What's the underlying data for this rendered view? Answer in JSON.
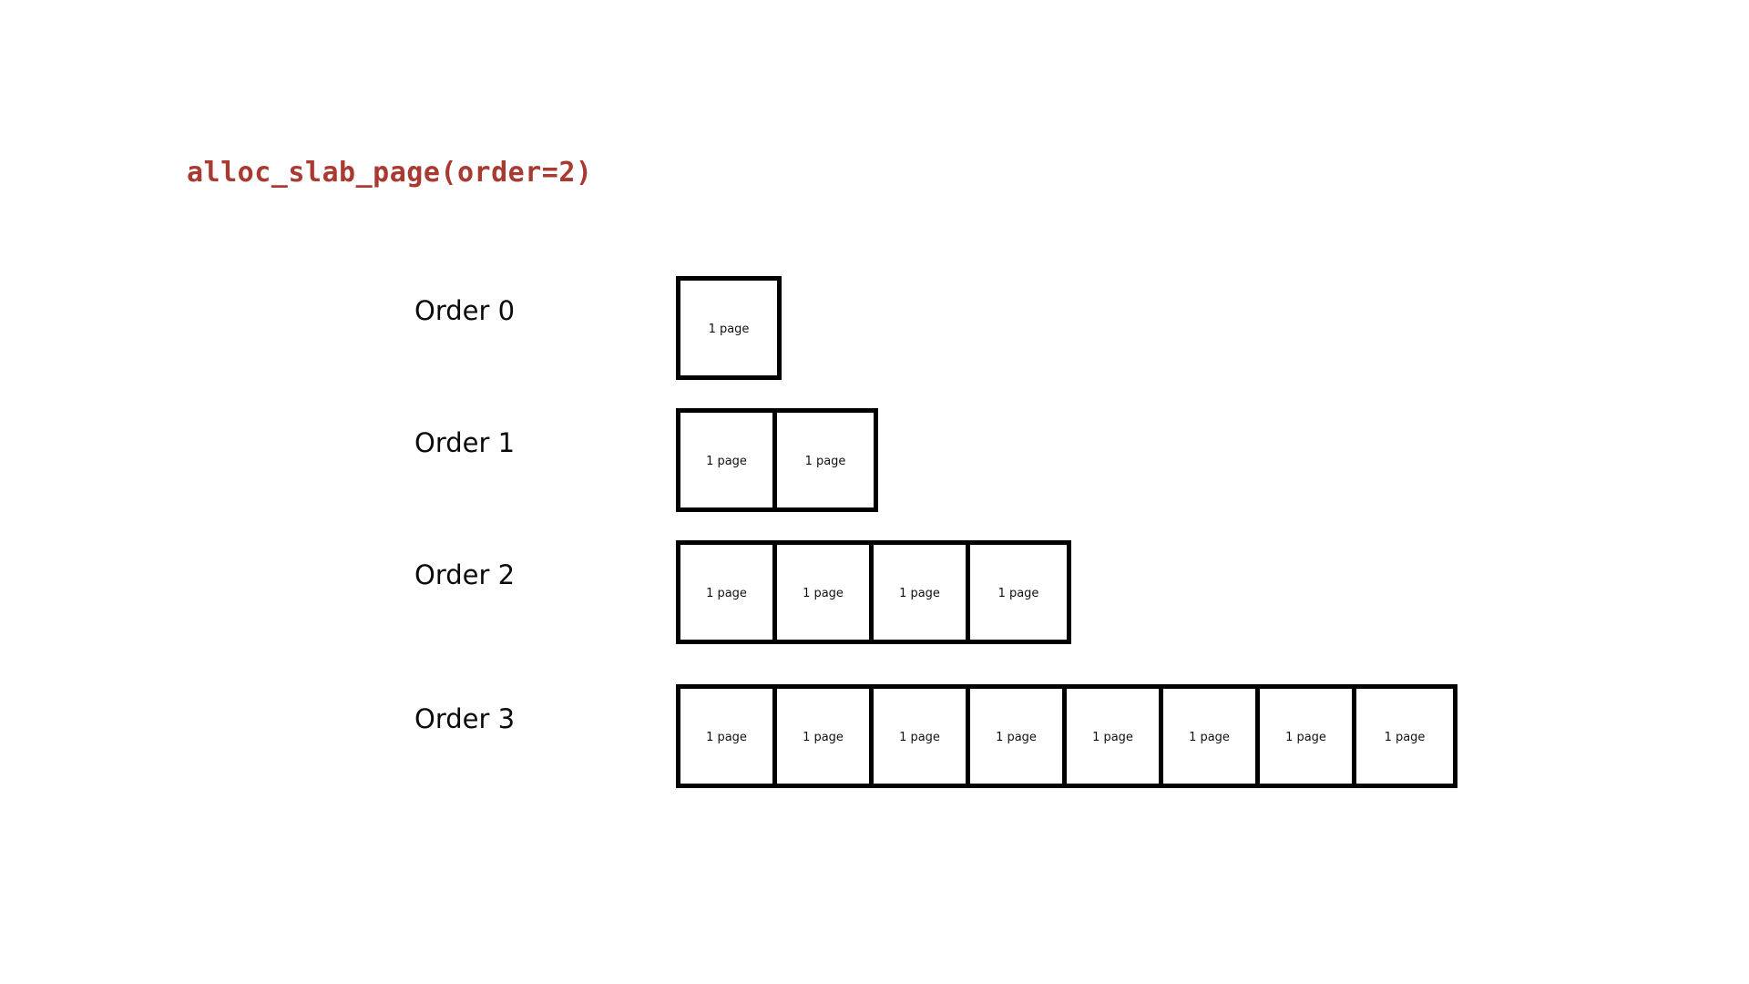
{
  "title": {
    "text": "alloc_slab_page(order=2)",
    "color": "#a93a32"
  },
  "diagram": {
    "type": "buddy-allocator-page-orders",
    "cell_label": "1 page",
    "border_color": "#000000",
    "background": "#ffffff",
    "rows": [
      {
        "label": "Order 0",
        "order": 0,
        "page_count": 1,
        "cells": [
          "1 page"
        ]
      },
      {
        "label": "Order 1",
        "order": 1,
        "page_count": 2,
        "cells": [
          "1 page",
          "1 page"
        ]
      },
      {
        "label": "Order 2",
        "order": 2,
        "page_count": 4,
        "cells": [
          "1 page",
          "1 page",
          "1 page",
          "1 page"
        ]
      },
      {
        "label": "Order 3",
        "order": 3,
        "page_count": 8,
        "cells": [
          "1 page",
          "1 page",
          "1 page",
          "1 page",
          "1 page",
          "1 page",
          "1 page",
          "1 page"
        ]
      }
    ]
  }
}
